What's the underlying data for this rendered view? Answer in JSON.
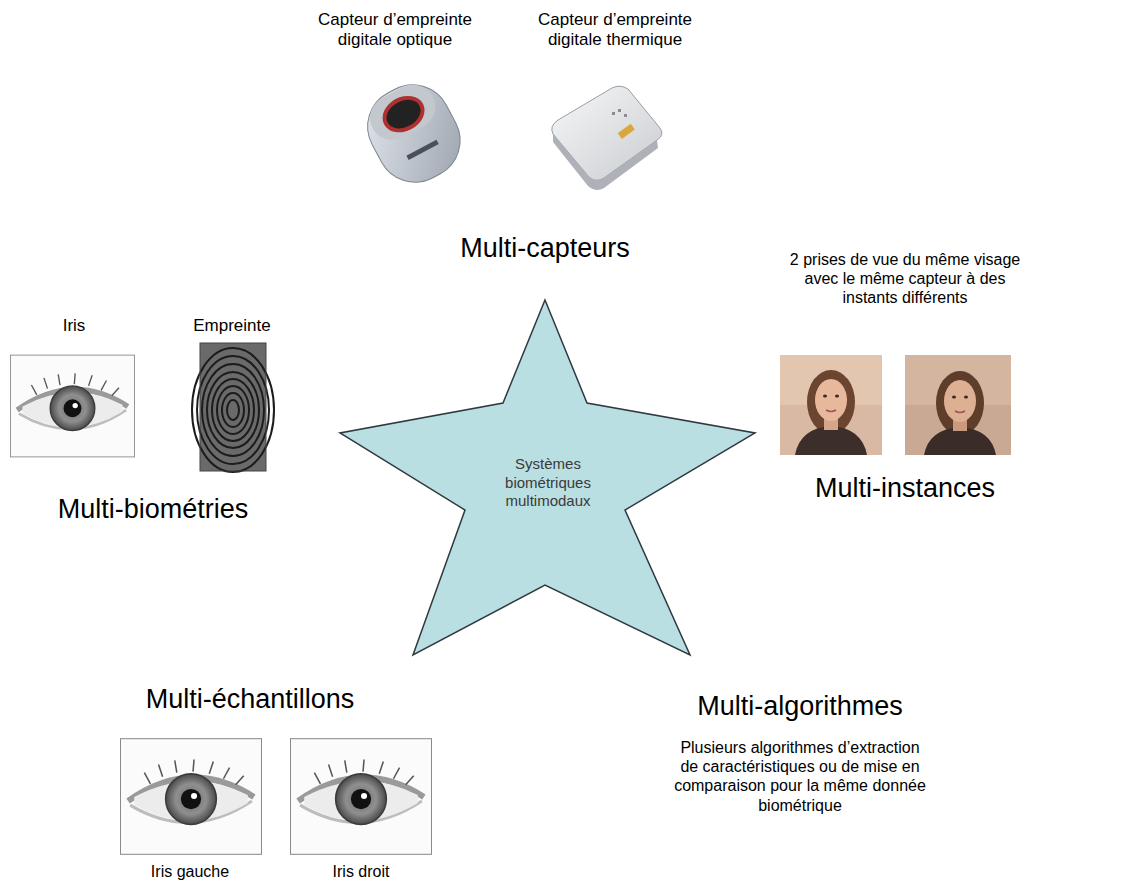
{
  "diagram": {
    "nodes": [
      {
        "text": [
          "Systèmes biométriques multimodaux"
        ]
      }
    ],
    "labels": [
      "Capteur d’empreinte digitale optique",
      "Capteur d’empreinte digitale thermique",
      "Multi-capteurs",
      "2 prises de vue du même visage avec le même capteur à des instants différents",
      "Iris",
      "Empreinte",
      "Multi-biométries",
      "Multi-instances",
      "Multi-échantillons",
      "Multi-algorithmes",
      "Plusieurs algorithmes d’extraction de caractéristiques ou de mise en comparaison pour la même donnée biométrique",
      "Iris gauche",
      "Iris droit"
    ]
  }
}
